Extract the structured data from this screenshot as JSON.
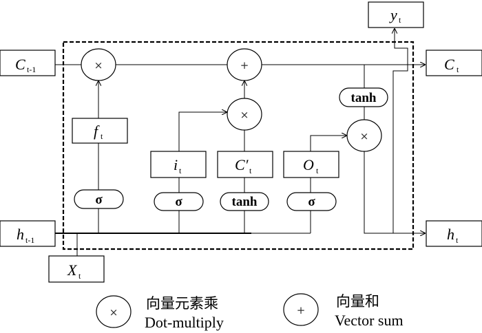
{
  "inputs": {
    "c_prev": {
      "main": "C",
      "sub": "t-1"
    },
    "h_prev": {
      "main": "h",
      "sub": "t-1"
    },
    "x": {
      "main": "X",
      "sub": "t"
    }
  },
  "outputs": {
    "c": {
      "main": "C",
      "sub": "t"
    },
    "h": {
      "main": "h",
      "sub": "t"
    },
    "y": {
      "main": "y",
      "sub": "t"
    }
  },
  "gates": {
    "forget": {
      "main": "f",
      "sub": "t",
      "activation": "σ"
    },
    "input": {
      "main": "i",
      "sub": "t",
      "activation": "σ"
    },
    "candidate": {
      "main": "C′",
      "sub": "t",
      "activation": "tanh"
    },
    "output": {
      "main": "O",
      "sub": "t",
      "activation": "σ"
    }
  },
  "cell_activation": "tanh",
  "operators": {
    "multiply": "×",
    "add": "+"
  },
  "legend": {
    "multiply": {
      "symbol": "×",
      "zh": "向量元素乘",
      "en": "Dot-multiply"
    },
    "add": {
      "symbol": "+",
      "zh": "向量和",
      "en": "Vector sum"
    }
  }
}
